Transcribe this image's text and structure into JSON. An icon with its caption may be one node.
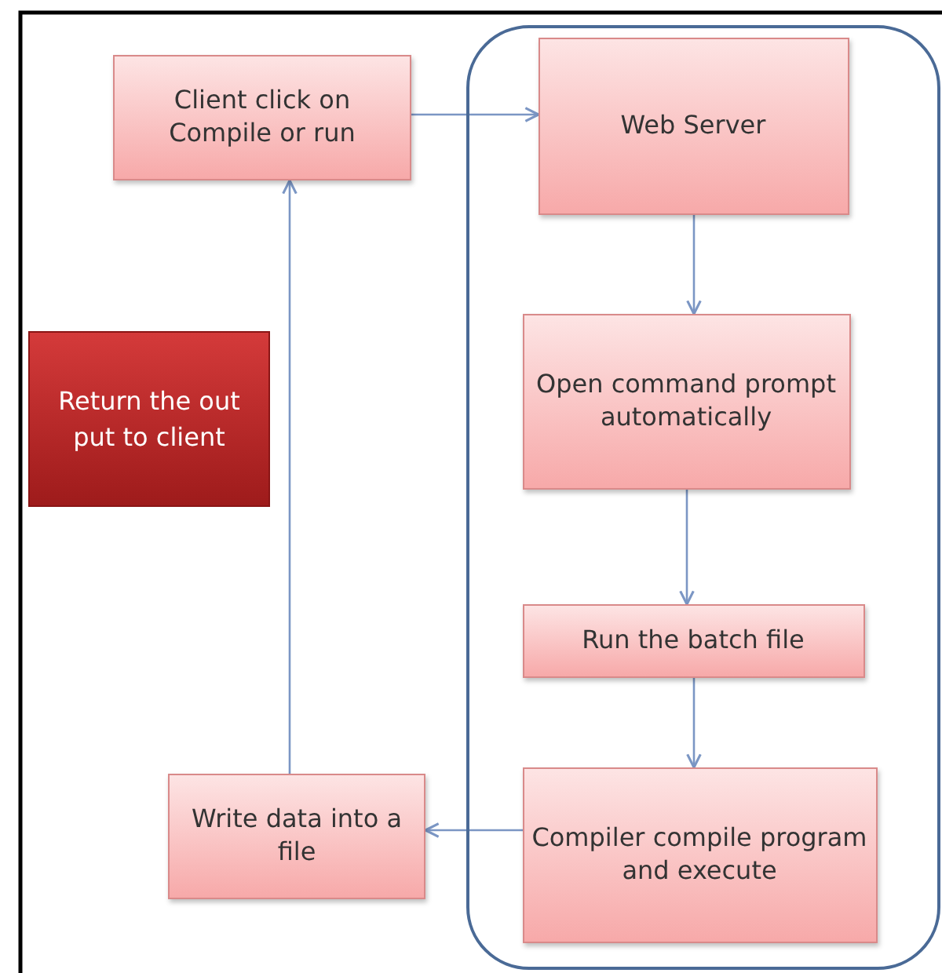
{
  "diagram": {
    "nodes": [
      {
        "text": [
          "Client click on Compile or run"
        ]
      },
      {
        "text": [],
        "shape": "box"
      },
      {
        "text": [
          "Web Server"
        ],
        "in": 1
      },
      {
        "text": [
          "Open command prompt automatically"
        ],
        "in": 1
      },
      {
        "text": [
          "Run the batch file"
        ],
        "in": 1
      },
      {
        "text": [
          "Compiler compile program and execute"
        ],
        "in": 1
      },
      {
        "text": [
          "Return the out put to client"
        ]
      },
      {
        "text": [
          "Write data into a file"
        ]
      }
    ],
    "edges": [
      {
        "from": 0,
        "to": 2,
        "arrow": "to"
      },
      {
        "from": 2,
        "to": 3,
        "arrow": "to"
      },
      {
        "from": 3,
        "to": 4,
        "arrow": "to"
      },
      {
        "from": 4,
        "to": 5,
        "arrow": "to"
      },
      {
        "from": 5,
        "to": 7,
        "arrow": "to"
      },
      {
        "from": 7,
        "to": 0,
        "arrow": "to"
      }
    ]
  }
}
